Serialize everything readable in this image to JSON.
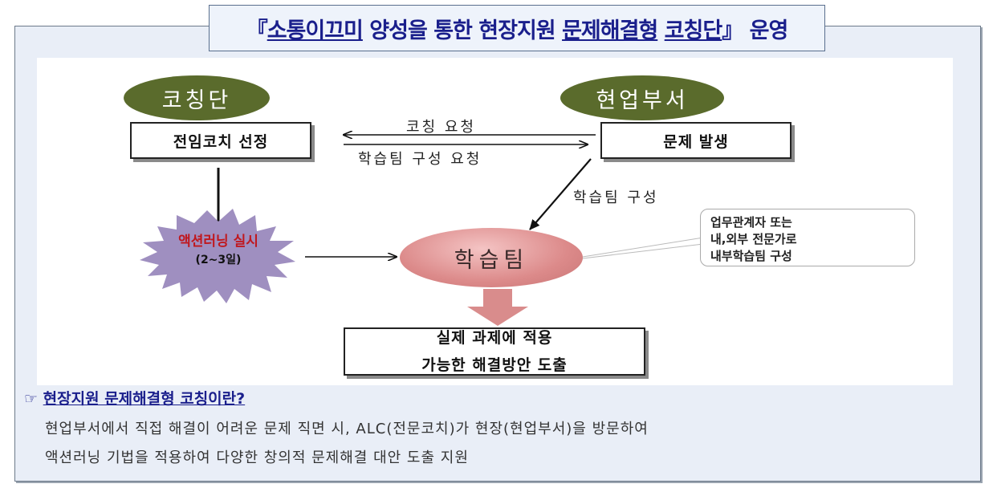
{
  "title": {
    "open_bracket": "『",
    "part1": "소통이끄미",
    "part2": " 양성을 통한 현장지원 ",
    "part3": "문제해결형",
    "part4": " ",
    "part5": "코칭단",
    "part6": "』 운영"
  },
  "diagram": {
    "coaching_team": "코칭단",
    "field_dept": "현업부서",
    "select_coach": "전임코치 선정",
    "problem_occurs": "문제 발생",
    "coaching_request": "코칭 요청",
    "team_request": "학습팀 구성 요청",
    "team_formation": "학습팀 구성",
    "action_learning": "액션러닝 실시",
    "action_period": "(2~3일)",
    "learning_team": "학습팀",
    "note_lines": [
      "업무관계자 또는",
      "내,외부 전문가로",
      "내부학습팀 구성"
    ],
    "result_line1": "실제 과제에 적용",
    "result_line2": "가능한 해결방안 도출"
  },
  "question": {
    "pointer": "☞",
    "text": "현장지원 문제해결형 코칭이란?"
  },
  "description": {
    "line1": "현업부서에서 직접 해결이 어려운 문제 직면 시, ALC(전문코치)가 현장(현업부서)을 방문하여",
    "line2": "액션러닝 기법을 적용하여 다양한 창의적 문제해결 대안 도출 지원"
  },
  "colors": {
    "title_text": "#1a1f8c",
    "oval_green": "#5a6b2c",
    "starburst": "#9f8fc0",
    "starburst_text": "#c0181e",
    "down_arrow": "#d98c8c"
  }
}
